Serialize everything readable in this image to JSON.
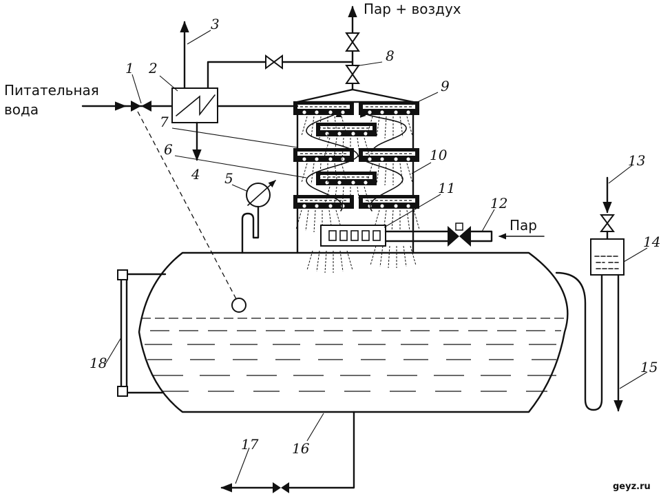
{
  "labels": {
    "feed_water_line1": "Питательная",
    "feed_water_line2": "вода",
    "vent_outlet": "Пар + воздух",
    "steam_inlet": "Пар"
  },
  "numbers": [
    "1",
    "2",
    "3",
    "4",
    "5",
    "6",
    "7",
    "8",
    "9",
    "10",
    "11",
    "12",
    "13",
    "14",
    "15",
    "16",
    "17",
    "18"
  ],
  "watermark": "geyz.ru",
  "colors": {
    "ink": "#111111",
    "background": "#ffffff"
  }
}
